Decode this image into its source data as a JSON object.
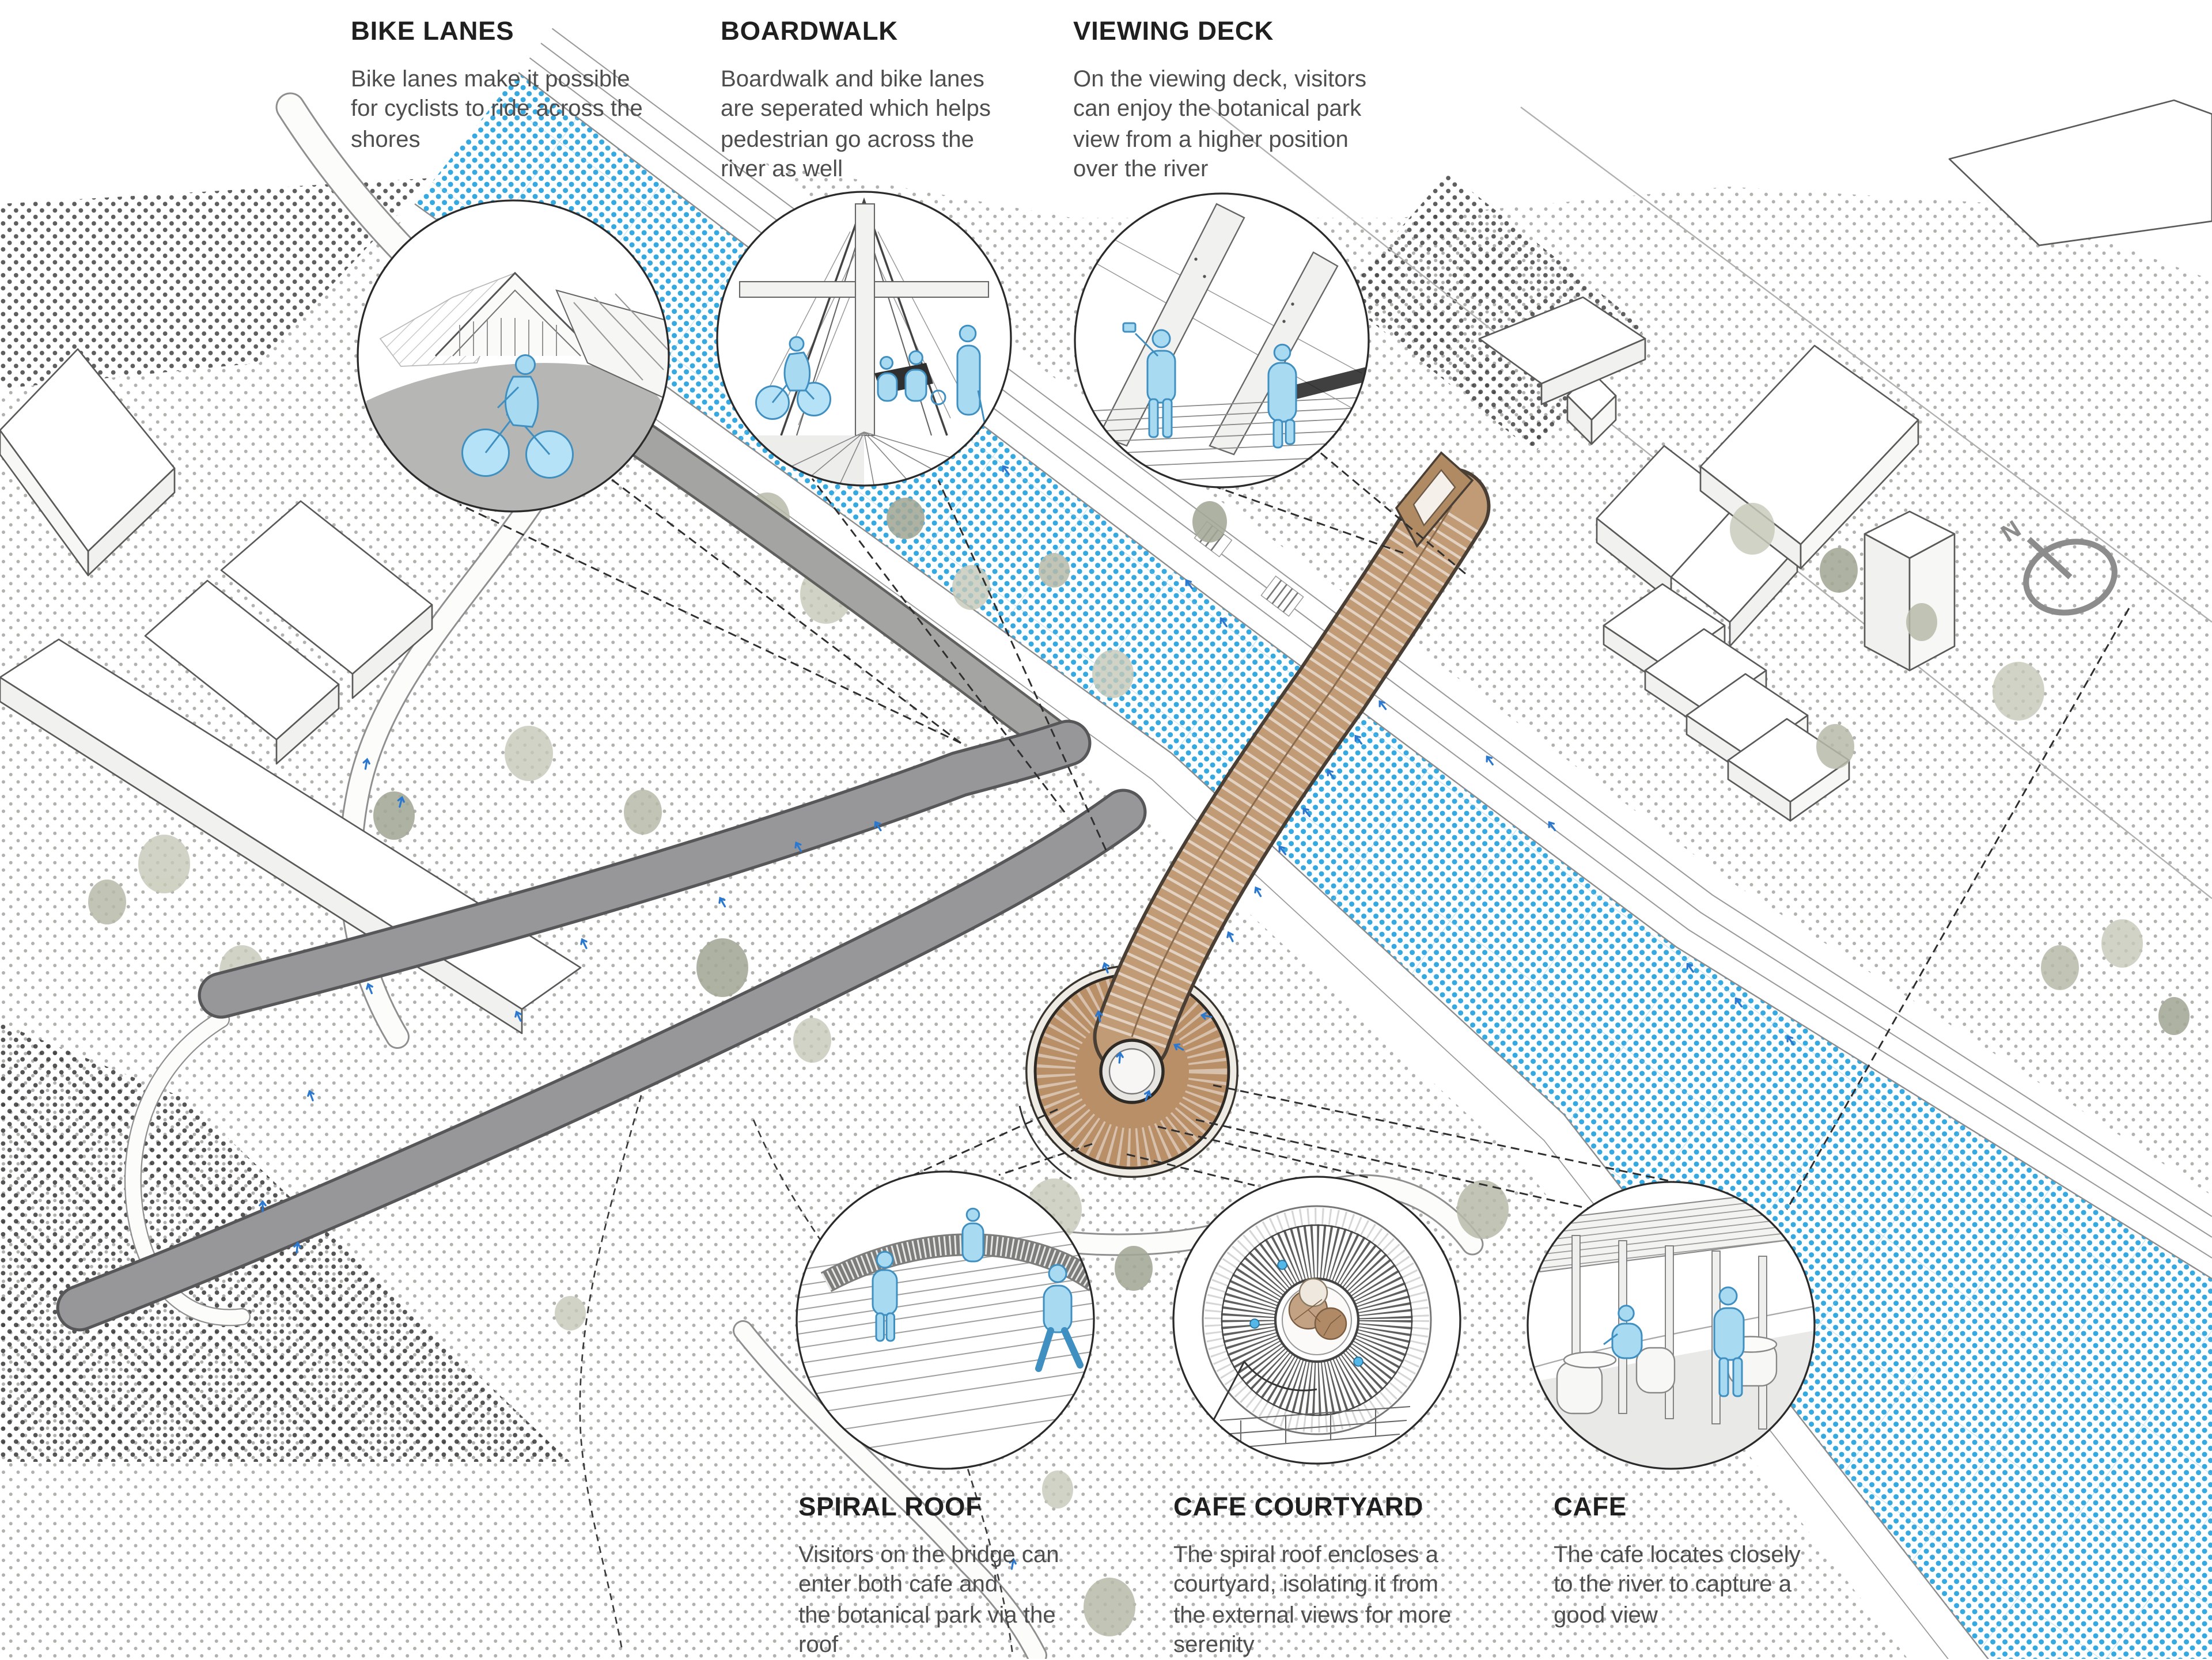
{
  "page": {
    "title": "Bridge design annotated axonometric site diagram"
  },
  "callouts": {
    "bike_lanes": {
      "title": "BIKE LANES",
      "body": "Bike lanes make it possible\nfor cyclists to ride across the\nshores"
    },
    "boardwalk": {
      "title": "BOARDWALK",
      "body": "Boardwalk and bike lanes\nare seperated which helps\npedestrian go across the\nriver as well"
    },
    "viewing_deck": {
      "title": "VIEWING DECK",
      "body": "On the viewing deck, visitors\ncan enjoy the botanical park\nview from a higher position\nover the river"
    },
    "spiral_roof": {
      "title": "SPIRAL ROOF",
      "body": "Visitors on the bridge can\nenter both cafe and\nthe botanical park via the\nroof"
    },
    "cafe_courtyard": {
      "title": "CAFE COURTYARD",
      "body": "The spiral roof encloses a\ncourtyard, isolating it from\nthe external views for more\nserenity"
    },
    "cafe": {
      "title": "CAFE",
      "body": " The cafe locates closely\nto the river to capture a\ngood view"
    }
  },
  "compass": {
    "label": "N"
  },
  "icons": {
    "compass": "north-compass-icon",
    "person_marker": "pedestrian-arrow-marker"
  },
  "colors": {
    "river_dots": "#37a9e1",
    "ground_dots": "#a3a3a0",
    "dark_dots": "#2a2a2a",
    "deck_tan": "#c09b76",
    "spiral_tan": "#b98f68",
    "ramp_gray": "#97979a",
    "figure_blue": "#a8daf1",
    "figure_outline": "#3f8fc0",
    "marker_blue": "#2a78d0",
    "tree_green": "#b7bba8"
  }
}
